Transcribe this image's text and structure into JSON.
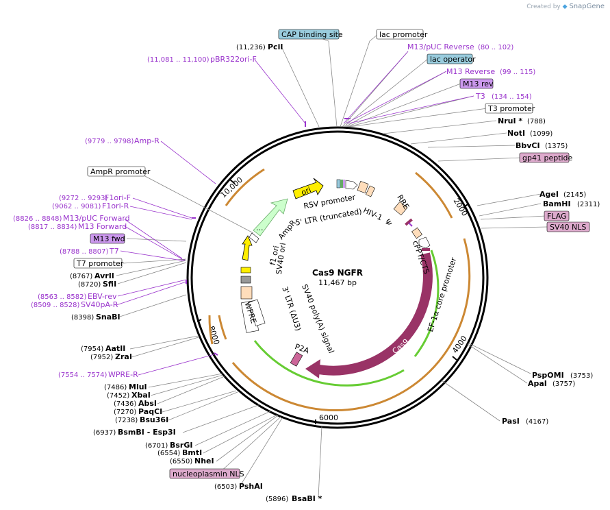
{
  "credit": {
    "created_by": "Created by",
    "brand": "SnapGene"
  },
  "center": {
    "name": "Cas9 NGFR",
    "size": "11,467 bp"
  },
  "ticks": [
    "2000",
    "4000",
    "6000",
    "8000",
    "10,000"
  ],
  "features_inner": {
    "cas9": "Cas9",
    "ef1a": "EF-1α core promoter",
    "cppt": "cPPT/CTS",
    "rre": "RRE",
    "psi": "Ψ",
    "hiv": "HIV-1",
    "ltr5": "5' LTR (truncated)",
    "rsv": "RSV promoter",
    "ori": "ori",
    "ampr": "AmpR",
    "ampr_promoter_short": "...",
    "f1ori": "f1 ori",
    "sv40ori": "SV40 ori",
    "sv40polya": "SV40 poly(A) signal",
    "ltr3": "3' LTR (ΔU3)",
    "wpre": "WPRE",
    "p2a": "P2A"
  },
  "labels_right": [
    {
      "name": "CAP binding site",
      "type": "box-blue"
    },
    {
      "name": "lac promoter",
      "type": "box-white"
    },
    {
      "name": "M13/pUC Reverse",
      "pos": "(80 .. 102)",
      "type": "primer"
    },
    {
      "name": "lac operator",
      "type": "box-blue"
    },
    {
      "name": "M13 Reverse",
      "pos": "(99 .. 115)",
      "type": "primer"
    },
    {
      "name": "M13 rev",
      "type": "box-purple"
    },
    {
      "name": "T3",
      "pos": "(134 .. 154)",
      "type": "primer"
    },
    {
      "name": "T3 promoter",
      "type": "box-white"
    },
    {
      "name": "NruI *",
      "pos": "(788)",
      "type": "enzyme"
    },
    {
      "name": "NotI",
      "pos": "(1099)",
      "type": "enzyme"
    },
    {
      "name": "BbvCI",
      "pos": "(1375)",
      "type": "enzyme"
    },
    {
      "name": "gp41 peptide",
      "type": "box-pink"
    },
    {
      "name": "AgeI",
      "pos": "(2145)",
      "type": "enzyme"
    },
    {
      "name": "BamHI",
      "pos": "(2311)",
      "type": "enzyme"
    },
    {
      "name": "FLAG",
      "type": "box-pink"
    },
    {
      "name": "SV40 NLS",
      "type": "box-pink"
    },
    {
      "name": "PspOMI",
      "pos": "(3753)",
      "type": "enzyme"
    },
    {
      "name": "ApaI",
      "pos": "(3757)",
      "type": "enzyme"
    },
    {
      "name": "PasI",
      "pos": "(4167)",
      "type": "enzyme"
    },
    {
      "name": "BsaBI *",
      "pos": "(5896)",
      "type": "enzyme"
    }
  ],
  "labels_left": [
    {
      "name": "PciI",
      "pos": "(11,236)",
      "type": "enzyme"
    },
    {
      "name": "pBR322ori-F",
      "pos": "(11,081 .. 11,100)",
      "type": "primer"
    },
    {
      "name": "Amp-R",
      "pos": "(9779 .. 9798)",
      "type": "primer"
    },
    {
      "name": "AmpR promoter",
      "type": "box-white"
    },
    {
      "name": "F1ori-F",
      "pos": "(9272 .. 9293)",
      "type": "primer"
    },
    {
      "name": "F1ori-R",
      "pos": "(9062 .. 9081)",
      "type": "primer"
    },
    {
      "name": "M13/pUC Forward",
      "pos": "(8826 .. 8848)",
      "type": "primer"
    },
    {
      "name": "M13 Forward",
      "pos": "(8817 .. 8834)",
      "type": "primer"
    },
    {
      "name": "M13 fwd",
      "type": "box-purple"
    },
    {
      "name": "T7",
      "pos": "(8788 .. 8807)",
      "type": "primer"
    },
    {
      "name": "T7 promoter",
      "type": "box-white"
    },
    {
      "name": "AvrII",
      "pos": "(8767)",
      "type": "enzyme"
    },
    {
      "name": "SfiI",
      "pos": "(8720)",
      "type": "enzyme"
    },
    {
      "name": "EBV-rev",
      "pos": "(8563 .. 8582)",
      "type": "primer"
    },
    {
      "name": "SV40pA-R",
      "pos": "(8509 .. 8528)",
      "type": "primer"
    },
    {
      "name": "SnaBI",
      "pos": "(8398)",
      "type": "enzyme"
    },
    {
      "name": "AatII",
      "pos": "(7954)",
      "type": "enzyme"
    },
    {
      "name": "ZraI",
      "pos": "(7952)",
      "type": "enzyme"
    },
    {
      "name": "WPRE-R",
      "pos": "(7554 .. 7574)",
      "type": "primer"
    },
    {
      "name": "MluI",
      "pos": "(7486)",
      "type": "enzyme"
    },
    {
      "name": "XbaI",
      "pos": "(7452)",
      "type": "enzyme"
    },
    {
      "name": "AbsI",
      "pos": "(7436)",
      "type": "enzyme"
    },
    {
      "name": "PaqCI",
      "pos": "(7270)",
      "type": "enzyme"
    },
    {
      "name": "Bsu36I",
      "pos": "(7238)",
      "type": "enzyme"
    },
    {
      "name": "BsmBI - Esp3I",
      "pos": "(6937)",
      "type": "enzyme"
    },
    {
      "name": "BsrGI",
      "pos": "(6701)",
      "type": "enzyme"
    },
    {
      "name": "BmtI",
      "pos": "(6554)",
      "type": "enzyme"
    },
    {
      "name": "NheI",
      "pos": "(6550)",
      "type": "enzyme"
    },
    {
      "name": "nucleoplasmin NLS",
      "type": "box-pink"
    },
    {
      "name": "PshAI",
      "pos": "(6503)",
      "type": "enzyme"
    }
  ],
  "colors": {
    "cas9": "#993366",
    "green": "#66cc33",
    "orange": "#cc8833",
    "primer": "#9933cc",
    "box_blue": "#99ccdd",
    "box_purple": "#cc99ee",
    "box_pink": "#ddaacc",
    "yellow": "#ffee00",
    "lightgreen": "#ccffcc",
    "peach": "#ffddbb"
  }
}
